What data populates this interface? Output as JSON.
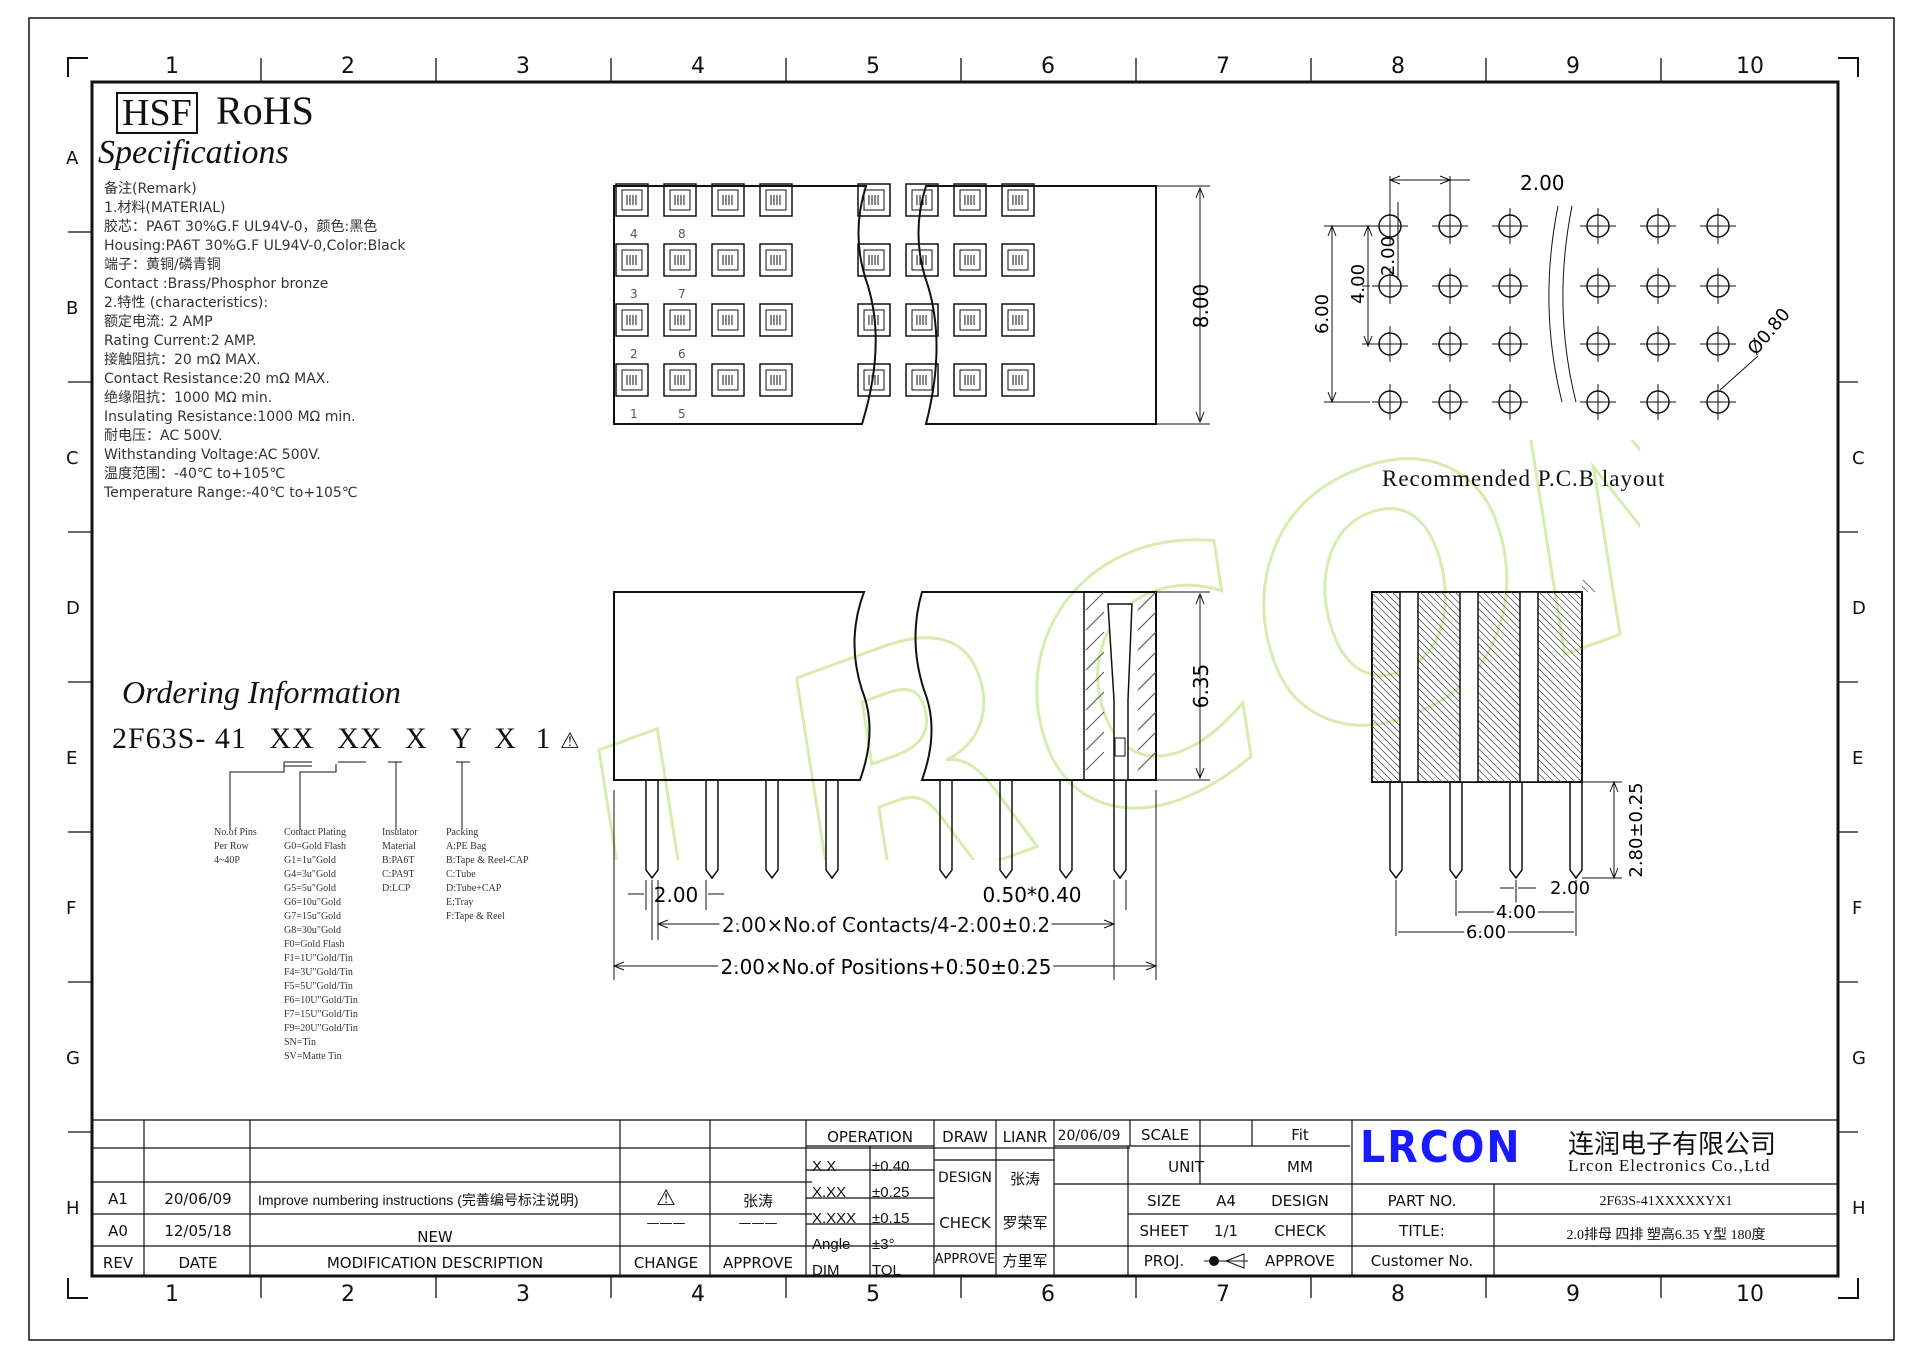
{
  "border": {
    "cols_top": [
      "1",
      "2",
      "3",
      "4",
      "5",
      "6",
      "7",
      "8",
      "9",
      "10"
    ],
    "cols_bottom": [
      "1",
      "2",
      "3",
      "4",
      "5",
      "6",
      "7",
      "8",
      "9",
      "10"
    ],
    "rows_left": [
      "A",
      "B",
      "C",
      "D",
      "E",
      "F",
      "G",
      "H"
    ],
    "rows_right": [
      "C",
      "D",
      "E",
      "F",
      "G",
      "H"
    ]
  },
  "header": {
    "hsf": "HSF",
    "rohs": "RoHS",
    "specs_title": "Specifications"
  },
  "specs": [
    "备注(Remark)",
    "1.材料(MATERIAL)",
    "胶芯：PA6T 30%G.F UL94V-0，颜色:黑色",
    "Housing:PA6T 30%G.F UL94V-0,Color:Black",
    "端子：黄铜/磷青铜",
    "Contact :Brass/Phosphor bronze",
    "2.特性 (characteristics):",
    "额定电流: 2 AMP",
    "Rating Current:2 AMP.",
    "接触阻抗：20 mΩ MAX.",
    "Contact Resistance:20 mΩ MAX.",
    "绝缘阻抗：1000 MΩ min.",
    "Insulating Resistance:1000 MΩ  min.",
    "耐电压：AC 500V.",
    "Withstanding Voltage:AC 500V.",
    "温度范围：-40℃ to+105℃",
    "Temperature Range:-40℃ to+105℃"
  ],
  "ordering": {
    "title": "Ordering Information",
    "code_prefix": "2F63S- 41",
    "code_parts": [
      "XX",
      "XX",
      "X",
      "Y",
      "X",
      "1"
    ],
    "rev_mark": "⚠",
    "col_pins": [
      "No.of Pins",
      "Per Row",
      "4~40P"
    ],
    "col_plating": [
      "Contact Plating",
      "G0=Gold Flash",
      "G1=1u\"Gold",
      "G4=3u\"Gold",
      "G5=5u\"Gold",
      "G6=10u\"Gold",
      "G7=15u\"Gold",
      "G8=30u\"Gold",
      "F0=Gold Flash",
      "F1=1U\"Gold/Tin",
      "F4=3U\"Gold/Tin",
      "F5=5U\"Gold/Tin",
      "F6=10U\"Gold/Tin",
      "F7=15U\"Gold/Tin",
      "F9=20U\"Gold/Tin",
      "SN=Tin",
      "SV=Matte Tin"
    ],
    "col_insulator": [
      "Insulator",
      "Material",
      "B:PA6T",
      "C:PA9T",
      "D:LCP"
    ],
    "col_packing": [
      "Packing",
      "A:PE Bag",
      "B:Tape & Reel-CAP",
      "C:Tube",
      "D:Tube+CAP",
      "E:Tray",
      "F:Tape & Reel"
    ]
  },
  "top_view": {
    "pin_labels": [
      "4",
      "8",
      "3",
      "7",
      "2",
      "6",
      "1",
      "5"
    ],
    "dim_height": "8.00"
  },
  "pcb": {
    "title": "Recommended P.C.B layout",
    "dim_pitch": "2.00",
    "dim_pitch_v": "2.00",
    "dim_4": "4.00",
    "dim_6": "6.00",
    "hole": "Ø0.80"
  },
  "side_view": {
    "dim_height": "6.35",
    "dim_pitch": "2.00",
    "dim_pin": "0.50*0.40",
    "dim_contacts": "2.00×No.of Contacts/4-2.00±0.2",
    "dim_positions": "2.00×No.of Positions+0.50±0.25"
  },
  "end_view": {
    "dim_tail": "2.80±0.25",
    "dim_2": "2.00",
    "dim_4": "4.00",
    "dim_6": "6.00"
  },
  "title_block": {
    "rev_header": "REV",
    "date_header": "DATE",
    "mod_header": "MODIFICATION DESCRIPTION",
    "change_header": "CHANGE",
    "approve_header": "APPROVE",
    "revisions": [
      {
        "rev": "A1",
        "date": "20/06/09",
        "desc": "Improve numbering instructions (完善编号标注说明)",
        "change": "⚠",
        "approve": "张涛"
      },
      {
        "rev": "A0",
        "date": "12/05/18",
        "desc": "NEW",
        "change": "———",
        "approve": "———"
      }
    ],
    "operation": "OPERATION",
    "tolerances": [
      {
        "dim": "X.X",
        "tol": "±0.40"
      },
      {
        "dim": "X.XX",
        "tol": "±0.25"
      },
      {
        "dim": "X.XXX",
        "tol": "±0.15"
      },
      {
        "dim": "Angle",
        "tol": "±3°"
      }
    ],
    "dim_label": "DIM",
    "tol_label": "TOL",
    "draw": "DRAW",
    "draw_name": "LIANR",
    "draw_date": "20/06/09",
    "design": "DESIGN",
    "design_name": "张涛",
    "check": "CHECK",
    "check_name": "罗荣军",
    "approve": "APPROVE",
    "approve_name": "方里军",
    "scale": "SCALE",
    "scale_val": "Fit",
    "unit": "UNIT",
    "unit_val": "MM",
    "size": "SIZE",
    "size_val": "A4",
    "sheet": "SHEET",
    "sheet_val": "1/1",
    "proj": "PROJ.",
    "design2": "DESIGN",
    "check2": "CHECK",
    "approve2": "APPROVE",
    "company_logo": "LRCON",
    "company_cn": "连润电子有限公司",
    "company_en": "Lrcon Electronics Co.,Ltd",
    "part_no_label": "PART NO.",
    "part_no": "2F63S-41XXXXXYX1",
    "title_label": "TITLE:",
    "title": "2.0排母 四排 塑高6.35  Y型 180度",
    "customer_label": "Customer No."
  },
  "watermark": "LRCON",
  "colors": {
    "logo": "#1a1aff",
    "hatch": "#555555",
    "line": "#111111",
    "watermark": "#d8ecb0"
  }
}
